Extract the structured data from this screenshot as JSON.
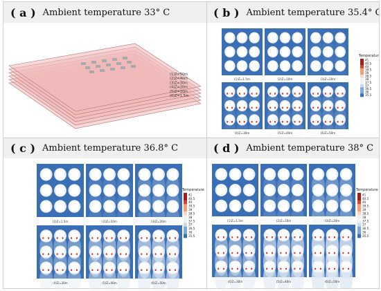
{
  "panels": [
    {
      "label": "( a )",
      "caption": "Ambient temperature 33° C"
    },
    {
      "label": "( b )",
      "caption": "Ambient temperature 35.4° C"
    },
    {
      "label": "( c )",
      "caption": "Ambient temperature 36.8° C"
    },
    {
      "label": "( d )",
      "caption": "Ambient temperature 38° C"
    }
  ],
  "layers_a": [
    "(1)Z=50m",
    "(2)Z=40m",
    "(3)Z=30m",
    "(4)Z=20m",
    "(5)Z=10m",
    "(6)Z=1.5m"
  ],
  "legend": {
    "title": "Temperature",
    "ticks": [
      "41",
      "40.5",
      "40",
      "39.5",
      "39",
      "38.5",
      "38",
      "37.5",
      "37",
      "36.5",
      "36",
      "35.5"
    ]
  },
  "sublabels": {
    "b": [
      "(1)Z=1.5m",
      "(2)Z=10m",
      "(3)Z=20m",
      "(4)Z=30m",
      "(5)Z=40m",
      "(6)Z=50m"
    ],
    "c": [
      "(1)Z=1.5m",
      "(2)Z=10m",
      "(3)Z=20m",
      "(4)Z=30m",
      "(5)Z=40m",
      "(6)Z=50m"
    ],
    "d": [
      "(1)Z=1.5m",
      "(2)Z=10m",
      "(3)Z=20m",
      "(4)Z=30m",
      "(5)Z=40m",
      "(6)Z=50m"
    ]
  },
  "colors": {
    "field": "#3a6fb5",
    "building": "#ffffff",
    "hot": "#d43a2a",
    "layer_fill": "#f0b9b9",
    "layer_edge": "#b77272"
  }
}
